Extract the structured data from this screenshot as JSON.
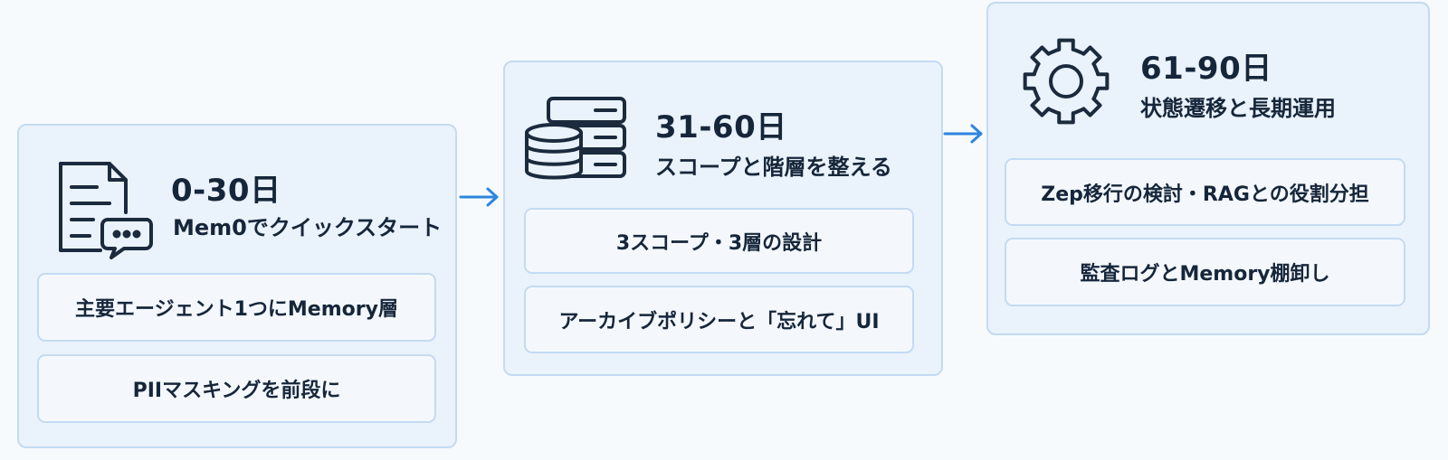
{
  "phases": [
    {
      "period": "0-30日",
      "subtitle": "Mem0でクイックスタート",
      "icon": "document-chat-icon",
      "tasks": [
        "主要エージェント1つにMemory層",
        "PIIマスキングを前段に"
      ]
    },
    {
      "period": "31-60日",
      "subtitle": "スコープと階層を整える",
      "icon": "database-server-icon",
      "tasks": [
        "3スコープ・3層の設計",
        "アーカイブポリシーと「忘れて」UI"
      ]
    },
    {
      "period": "61-90日",
      "subtitle": "状態遷移と長期運用",
      "icon": "gear-icon",
      "tasks": [
        "Zep移行の検討・RAGとの役割分担",
        "監査ログとMemory棚卸し"
      ]
    }
  ],
  "colors": {
    "panel_bg": "#eaf2fb",
    "panel_border": "#c4daf2",
    "arrow": "#2e86de",
    "icon": "#1b2a3d"
  }
}
